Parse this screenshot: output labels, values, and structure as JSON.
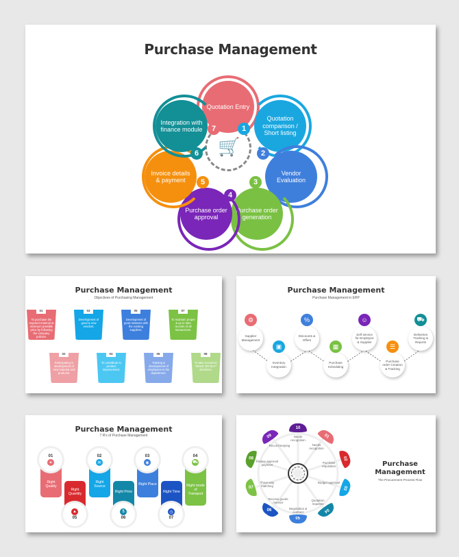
{
  "main": {
    "title": "Purchase Management",
    "center_icon": "cart-document-icon",
    "steps": [
      {
        "num": "1",
        "label": "Quotation comparison / Short listing",
        "color": "#1aa7e0"
      },
      {
        "num": "2",
        "label": "Vendor Evaluation",
        "color": "#3f7fdc"
      },
      {
        "num": "3",
        "label": "Purchase order generation",
        "color": "#7ac143"
      },
      {
        "num": "4",
        "label": "Purchase order approval",
        "color": "#7a26b8"
      },
      {
        "num": "5",
        "label": "Invoice details & payment",
        "color": "#f5900f"
      },
      {
        "num": "6",
        "label": "Integration with finance module",
        "color": "#138f96"
      },
      {
        "num": "7",
        "label": "Quotation Entry",
        "color": "#e86c74"
      }
    ]
  },
  "objectives": {
    "title": "Purchase Management",
    "subtitle": "Objectives of Purchasing Management",
    "items": [
      {
        "num": "01",
        "text": "To purchase the required material at minimum possible price by following the company policies.",
        "color": "#e86c74"
      },
      {
        "num": "02",
        "text": "Participating in development of new material and products.",
        "color": "#eea0a4"
      },
      {
        "num": "03",
        "text": "Development of good & new vendors.",
        "color": "#14a6e6"
      },
      {
        "num": "04",
        "text": "To contribute to product improvement.",
        "color": "#4cc7f2"
      },
      {
        "num": "05",
        "text": "Development of good relations with the existing suppliers.",
        "color": "#3d7fdd"
      },
      {
        "num": "06",
        "text": "Training & development of employees in the department.",
        "color": "#86a9ea"
      },
      {
        "num": "07",
        "text": "To maintain proper & up to date records of all transactions.",
        "color": "#7cc244"
      },
      {
        "num": "08",
        "text": "To take economic \"MAKE OR BUY\" decisions.",
        "color": "#b0d98a"
      }
    ]
  },
  "erp": {
    "title": "Purchase Management",
    "subtitle": "Purchase Management in ERP",
    "nodes": [
      {
        "label": "Supplier Management",
        "icon": "supplier-icon",
        "color": "#e86c74"
      },
      {
        "label": "Inventory Integration",
        "icon": "inventory-icon",
        "color": "#1aa7e0"
      },
      {
        "label": "Discounts & Offers",
        "icon": "discount-icon",
        "color": "#3f7fdc"
      },
      {
        "label": "Purchase Scheduling",
        "icon": "schedule-icon",
        "color": "#7ac143"
      },
      {
        "label": "Self service for Employee & Supplier",
        "icon": "self-service-icon",
        "color": "#7a26b8"
      },
      {
        "label": "Purchase order Creation & Tracking",
        "icon": "order-icon",
        "color": "#f5900f"
      },
      {
        "label": "Deliveries Tracking & Reports",
        "icon": "delivery-icon",
        "color": "#138f96"
      }
    ]
  },
  "rs": {
    "title": "Purchase Management",
    "subtitle": "7 R's of Purchase Management",
    "items": [
      {
        "num": "01",
        "label": "Right Quality",
        "color": "#e86c74"
      },
      {
        "num": "02",
        "label": "Right Source",
        "color": "#14a6e6"
      },
      {
        "num": "03",
        "label": "Right Place",
        "color": "#3d7fdd"
      },
      {
        "num": "04",
        "label": "Right mode of Transport",
        "color": "#7cc244"
      },
      {
        "num": "05",
        "label": "Right Quantity",
        "color": "#d82a2e"
      },
      {
        "num": "06",
        "label": "Right Price",
        "color": "#1387a8"
      },
      {
        "num": "07",
        "label": "Right Time",
        "color": "#1c54c4"
      }
    ]
  },
  "proc": {
    "title": "Purchase Management",
    "subtitle": "The Procurement Process Flow",
    "steps": [
      {
        "num": "01",
        "label": "Needs recognition",
        "color": "#e86c74"
      },
      {
        "num": "02",
        "label": "Purchase requisition",
        "color": "#d82a2e"
      },
      {
        "num": "03",
        "label": "Budget approval",
        "color": "#14a6e6"
      },
      {
        "num": "04",
        "label": "Quotation requests",
        "color": "#1387a8"
      },
      {
        "num": "05",
        "label": "Negotiation & contract",
        "color": "#3d7fdd"
      },
      {
        "num": "06",
        "label": "Receive goods /service",
        "color": "#1c54c4"
      },
      {
        "num": "07",
        "label": "Three-way matching",
        "color": "#7cc244"
      },
      {
        "num": "08",
        "label": "Invoice approval payment",
        "color": "#5aa02c"
      },
      {
        "num": "09",
        "label": "Record keeping",
        "color": "#7a26b8"
      },
      {
        "num": "10",
        "label": "Needs recognition",
        "color": "#5e1d94"
      }
    ]
  }
}
